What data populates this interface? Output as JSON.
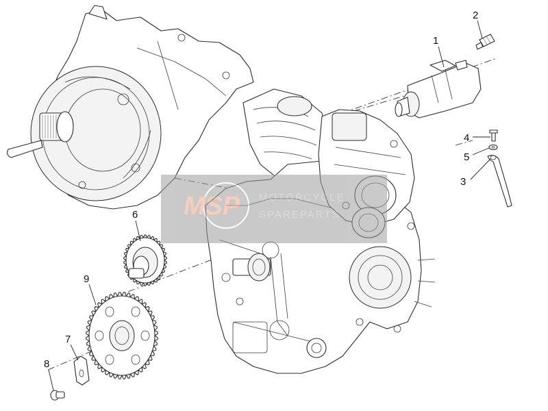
{
  "diagram": {
    "callouts": [
      {
        "id": "1",
        "label": "1"
      },
      {
        "id": "2",
        "label": "2"
      },
      {
        "id": "3",
        "label": "3"
      },
      {
        "id": "4",
        "label": "4"
      },
      {
        "id": "5",
        "label": "5"
      },
      {
        "id": "6",
        "label": "6"
      },
      {
        "id": "7",
        "label": "7"
      },
      {
        "id": "8",
        "label": "8"
      },
      {
        "id": "9",
        "label": "9"
      }
    ]
  },
  "watermark": {
    "brand": "MOTORCYCLE",
    "sub": "SPAREPARTS",
    "logo_text": "MSP",
    "logo_color": "#f2a58a",
    "box_color": "#9e9e9e"
  }
}
